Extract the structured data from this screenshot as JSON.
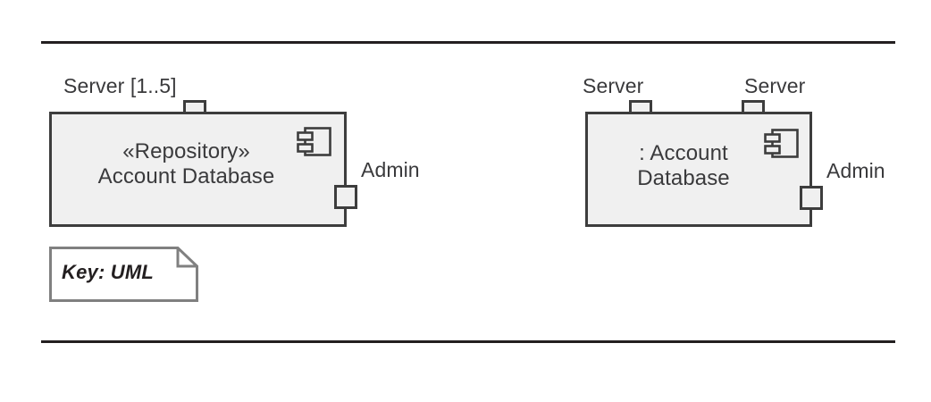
{
  "figure": {
    "title": "UML component diagram key",
    "rules": {
      "top_label": "top-divider",
      "bottom_label": "bottom-divider"
    },
    "colors": {
      "box_fill": "#f0f0f0",
      "box_stroke": "#3d3d3d",
      "text": "#3a3a3c",
      "rule": "#231f20",
      "note_stroke": "#808080",
      "note_fill": "#ffffff"
    }
  },
  "components": [
    {
      "id": "account-database-type",
      "stereotype": "«Repository»",
      "name": "Account Database",
      "label": "«Repository»\nAccount Database",
      "icon": "uml-component-icon",
      "ports": [
        {
          "id": "server-port",
          "label": "Server [1..5]",
          "edge": "top"
        },
        {
          "id": "admin-port",
          "label": "Admin",
          "edge": "right"
        }
      ]
    },
    {
      "id": "account-database-instance",
      "stereotype": "",
      "name": ": Account Database",
      "label": ": Account\nDatabase",
      "icon": "uml-component-icon",
      "ports": [
        {
          "id": "server-port-1",
          "label": "Server",
          "edge": "top"
        },
        {
          "id": "server-port-2",
          "label": "Server",
          "edge": "top"
        },
        {
          "id": "admin-port",
          "label": "Admin",
          "edge": "right"
        }
      ]
    }
  ],
  "note": {
    "id": "key-note",
    "text": "Key: UML"
  }
}
